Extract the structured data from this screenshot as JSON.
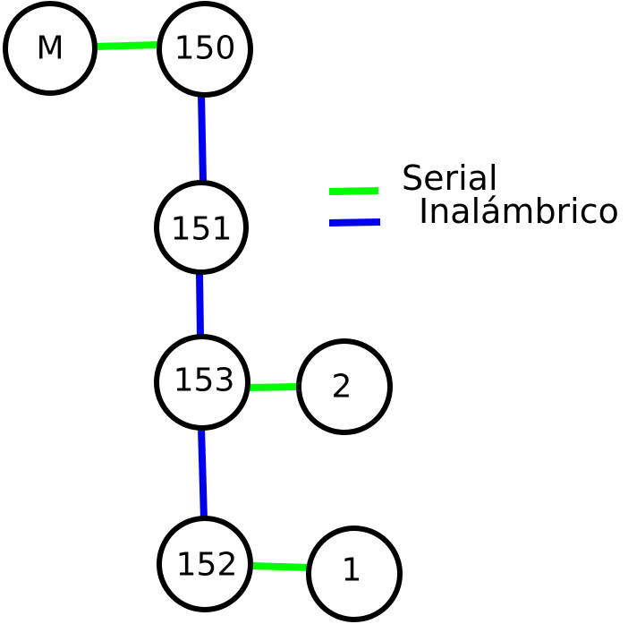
{
  "colors": {
    "serial": "#00ff00",
    "wireless": "#0000ee",
    "node_stroke": "#000000",
    "node_fill": "#ffffff"
  },
  "nodes": {
    "m": "M",
    "n150": "150",
    "n151": "151",
    "n153": "153",
    "n152": "152",
    "n2": "2",
    "n1": "1"
  },
  "legend": {
    "serial_label": "Serial",
    "wireless_label": "Inalámbrico"
  },
  "connections": [
    {
      "from": "M",
      "to": "150",
      "type": "serial"
    },
    {
      "from": "150",
      "to": "151",
      "type": "wireless"
    },
    {
      "from": "151",
      "to": "153",
      "type": "wireless"
    },
    {
      "from": "153",
      "to": "2",
      "type": "serial"
    },
    {
      "from": "153",
      "to": "152",
      "type": "wireless"
    },
    {
      "from": "152",
      "to": "1",
      "type": "serial"
    }
  ]
}
